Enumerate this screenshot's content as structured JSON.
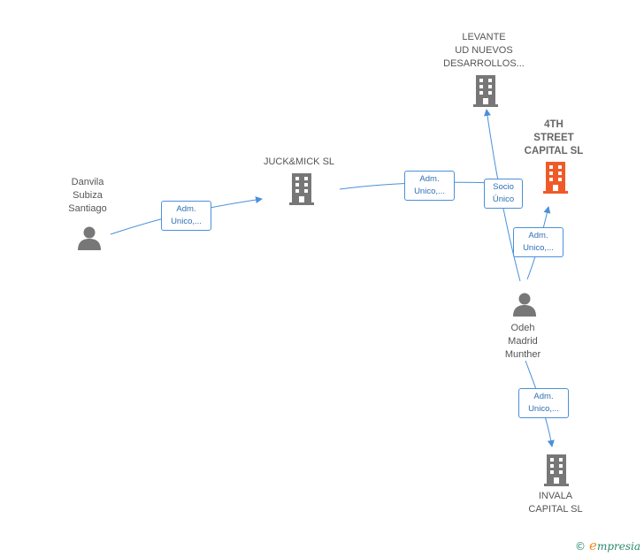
{
  "nodes": {
    "danvila": {
      "label": "Danvila\nSubiza\nSantiago",
      "type": "person"
    },
    "juckmick": {
      "label": "JUCK&MICK  SL",
      "type": "company"
    },
    "levante": {
      "label": "LEVANTE\nUD NUEVOS\nDESARROLLOS...",
      "type": "company"
    },
    "fourth": {
      "label": "4TH\nSTREET\nCAPITAL  SL",
      "type": "company-highlight"
    },
    "odeh": {
      "label": "Odeh\nMadrid\nMunther",
      "type": "person"
    },
    "invala": {
      "label": "INVALA\nCAPITAL  SL",
      "type": "company"
    }
  },
  "edges": {
    "e1": {
      "label": "Adm.\nUnico,..."
    },
    "e2": {
      "label": "Adm.\nUnico,..."
    },
    "e3": {
      "label": "Socio\nÚnico"
    },
    "e4": {
      "label": "Adm.\nUnico,..."
    },
    "e5": {
      "label": "Adm.\nUnico,..."
    }
  },
  "colors": {
    "company": "#777777",
    "highlight": "#f05a28",
    "person": "#777777",
    "edge": "#4a90d9"
  },
  "watermark": {
    "symbol": "©",
    "brand_initial": "e",
    "brand_rest": "mpresia"
  }
}
